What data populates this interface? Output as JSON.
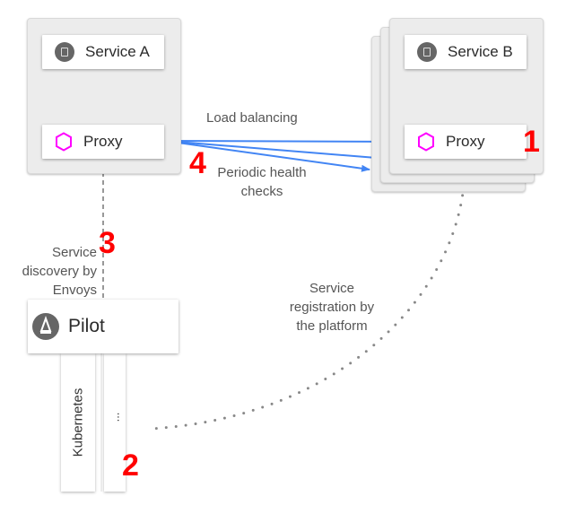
{
  "left_pod": {
    "service_label": "Service A",
    "proxy_label": "Proxy"
  },
  "right_pod": {
    "service_label": "Service B",
    "proxy_label": "Proxy"
  },
  "pilot": {
    "label": "Pilot",
    "platforms": [
      "Kubernetes",
      "..."
    ]
  },
  "annotations": {
    "load_balancing": "Load balancing",
    "health_checks_line1": "Periodic health",
    "health_checks_line2": "checks",
    "discovery_line1": "Service",
    "discovery_line2": "discovery by",
    "discovery_line3": "Envoys",
    "registration_line1": "Service",
    "registration_line2": "registration by",
    "registration_line3": "the platform"
  },
  "step_numbers": {
    "one": "1",
    "two": "2",
    "three": "3",
    "four": "4"
  },
  "colors": {
    "arrow": "#4285f4",
    "proxy_icon": "#ff00ff",
    "step_number": "#ff0000",
    "connector": "#777777"
  }
}
